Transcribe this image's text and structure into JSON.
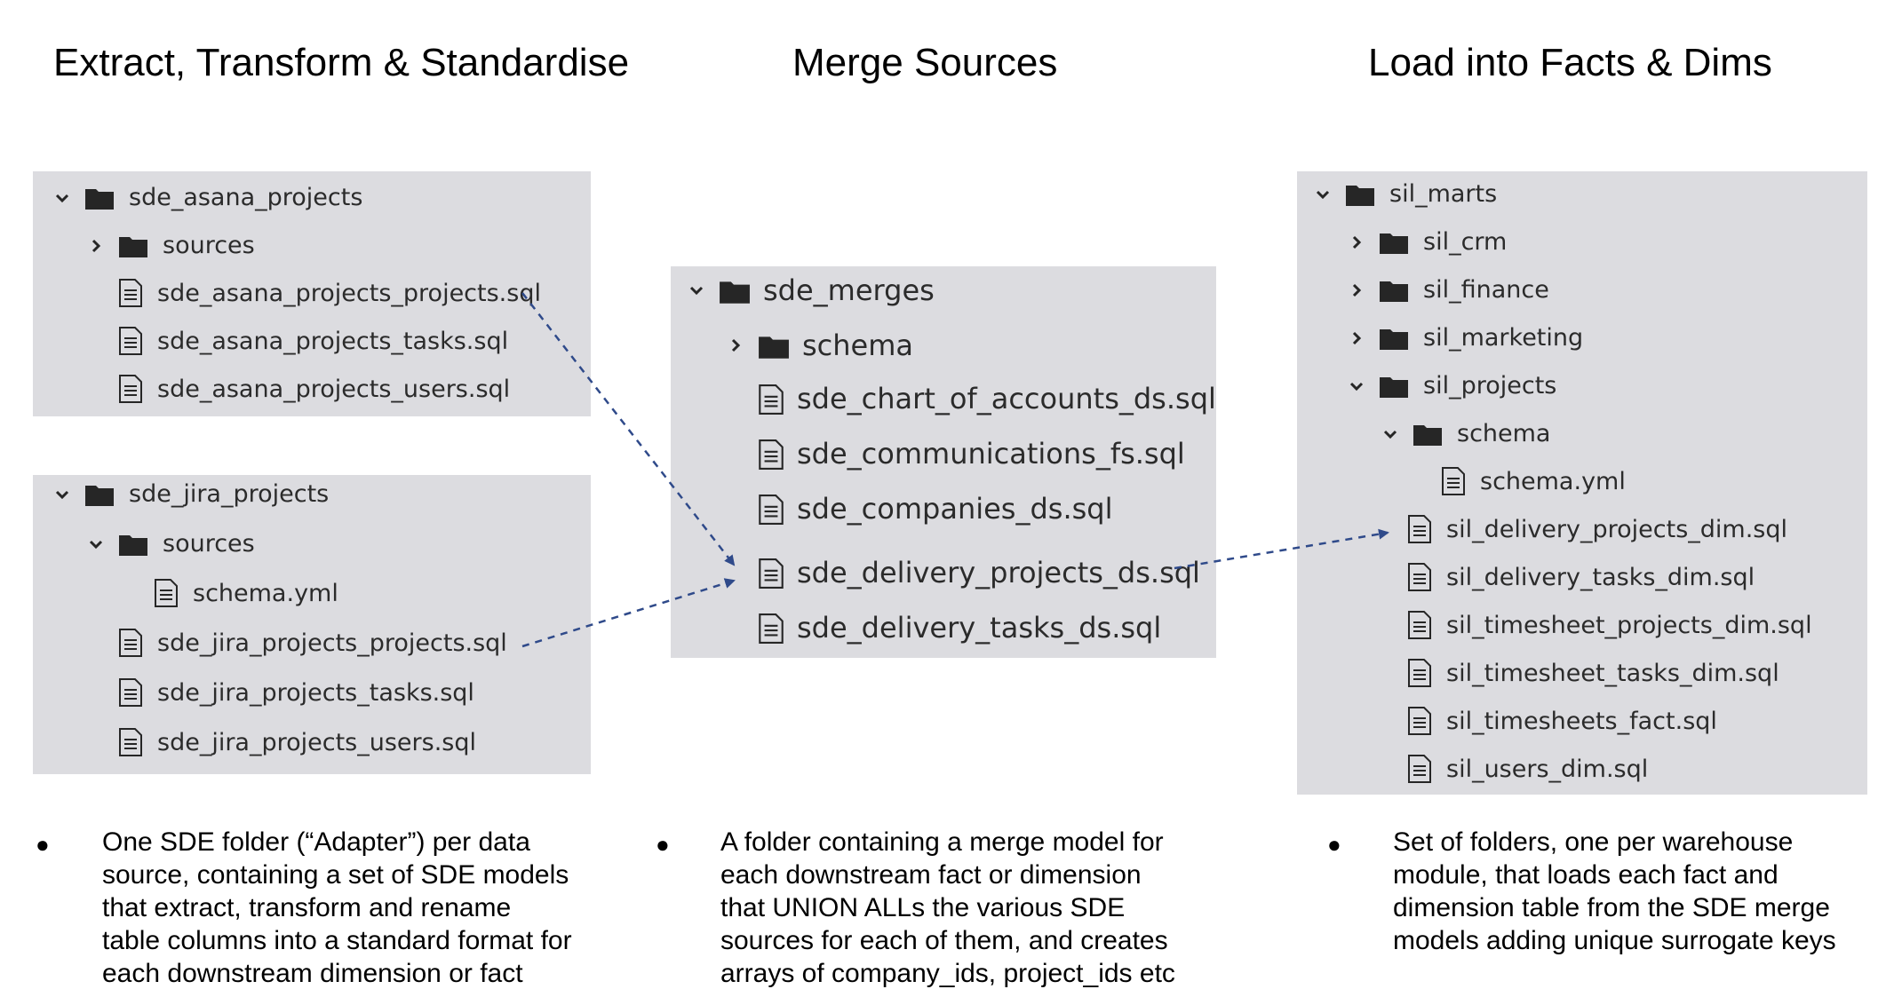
{
  "headings": {
    "col1": "Extract, Transform & Standardise",
    "col2": "Merge Sources",
    "col3": "Load into Facts & Dims"
  },
  "asana": {
    "folder": "sde_asana_projects",
    "sources": "sources",
    "files": [
      "sde_asana_projects_projects.sql",
      "sde_asana_projects_tasks.sql",
      "sde_asana_projects_users.sql"
    ]
  },
  "jira": {
    "folder": "sde_jira_projects",
    "sources": "sources",
    "schema_file": "schema.yml",
    "files": [
      "sde_jira_projects_projects.sql",
      "sde_jira_projects_tasks.sql",
      "sde_jira_projects_users.sql"
    ]
  },
  "merges": {
    "folder": "sde_merges",
    "schema": "schema",
    "files": [
      "sde_chart_of_accounts_ds.sql",
      "sde_communications_fs.sql",
      "sde_companies_ds.sql",
      "sde_delivery_projects_ds.sql",
      "sde_delivery_tasks_ds.sql"
    ]
  },
  "marts": {
    "folder": "sil_marts",
    "subfolders": [
      "sil_crm",
      "sil_finance",
      "sil_marketing",
      "sil_projects"
    ],
    "schema": "schema",
    "schema_file": "schema.yml",
    "files": [
      "sil_delivery_projects_dim.sql",
      "sil_delivery_tasks_dim.sql",
      "sil_timesheet_projects_dim.sql",
      "sil_timesheet_tasks_dim.sql",
      "sil_timesheets_fact.sql",
      "sil_users_dim.sql"
    ]
  },
  "descriptions": {
    "bullet": "●",
    "col1": [
      "One SDE folder (“Adapter”) per data",
      "source, containing a set of SDE models",
      "that extract, transform and rename",
      "table columns into a standard format for",
      "each downstream dimension or fact"
    ],
    "col2": [
      "A folder containing a merge model for",
      "each downstream fact or dimension",
      "that UNION ALLs the various SDE",
      "sources for each of them, and creates",
      "arrays of company_ids, project_ids etc"
    ],
    "col3": [
      "Set of folders, one per warehouse",
      "module, that loads each fact and",
      "dimension table from the SDE merge",
      "models adding unique surrogate keys"
    ]
  },
  "colors": {
    "panel": "#dcdce0",
    "arrow": "#2f4a8a",
    "icon": "#262626"
  }
}
